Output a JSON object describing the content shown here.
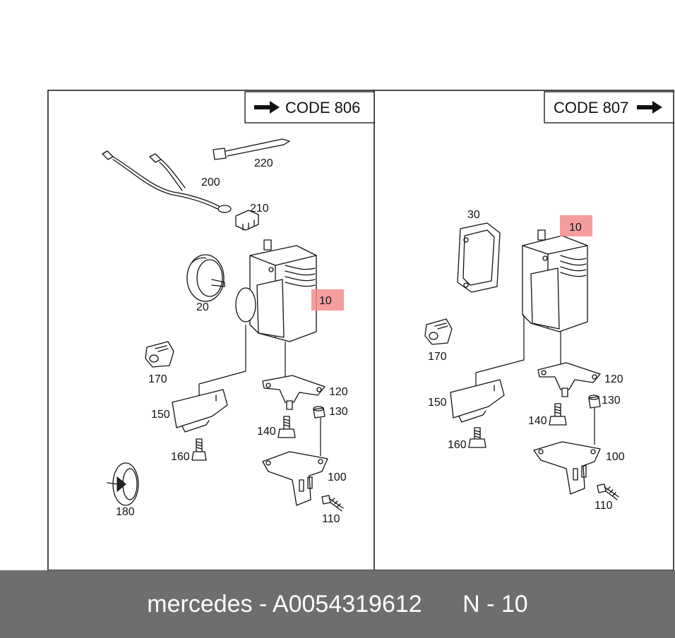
{
  "left_panel": {
    "code_label": "CODE  806",
    "arrow_icon": "arrow-right-icon",
    "labels": {
      "p200": "200",
      "p220": "220",
      "p210": "210",
      "p20": "20",
      "p10": "10",
      "p170": "170",
      "p150": "150",
      "p160": "160",
      "p120": "120",
      "p130": "130",
      "p140": "140",
      "p100": "100",
      "p110": "110",
      "p180": "180"
    }
  },
  "right_panel": {
    "code_label": "CODE  807",
    "arrow_icon": "arrow-right-icon",
    "labels": {
      "p30": "30",
      "p10": "10",
      "p170": "170",
      "p150": "150",
      "p160": "160",
      "p120": "120",
      "p130": "130",
      "p140": "140",
      "p100": "100",
      "p110": "110"
    }
  },
  "highlight_color": "#f38c8c",
  "footer": {
    "text": "mercedes - A0054319612",
    "position": "N - 10"
  }
}
